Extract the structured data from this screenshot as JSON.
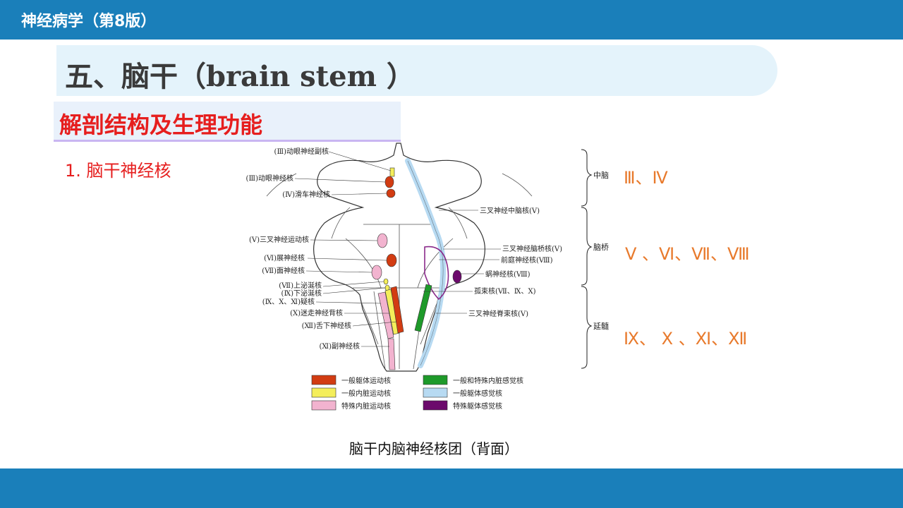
{
  "course_title": "神经病学（第8版）",
  "slide_title": "五、脑干（brain stem ）",
  "subtitle": "解剖结构及生理功能",
  "section": "1. 脑干神经核",
  "caption": "脑干内脑神经核团（背面）",
  "colors": {
    "header_bar": "#1a7fba",
    "subtitle_red": "#e61e1e",
    "roman_orange": "#e87a2c",
    "general_somatic_motor": "#d23c12",
    "general_visceral_motor": "#f4ee5a",
    "special_visceral_motor": "#f2b3cf",
    "visceral_sensory": "#1e9a2a",
    "general_somatic_sensory": "#b7daf2",
    "special_somatic_sensory": "#6c0a6c"
  },
  "diagram": {
    "left_labels": [
      "(Ⅲ)动眼神经副核",
      "(Ⅲ)动眼神经核",
      "(Ⅳ)滑车神经核",
      "(Ⅴ)三叉神经运动核",
      "(Ⅵ)展神经核",
      "(Ⅶ)面神经核",
      "(Ⅶ)上泌涎核",
      "(Ⅸ)下泌涎核",
      "(Ⅸ、Ⅹ、Ⅺ)疑核",
      "(Ⅹ)迷走神经背核",
      "(Ⅻ)舌下神经核",
      "(Ⅺ)副神经核"
    ],
    "right_labels": [
      "三叉神经中脑核(Ⅴ)",
      "三叉神经脑桥核(Ⅴ)",
      "前庭神经核(Ⅷ)",
      "蜗神经核(Ⅷ)",
      "孤束核(Ⅶ、Ⅸ、Ⅹ)",
      "三叉神经脊束核(Ⅴ)"
    ],
    "regions": [
      "中脑",
      "脑桥",
      "延髓"
    ],
    "legend": [
      {
        "label": "一般躯体运动核",
        "color": "#d23c12"
      },
      {
        "label": "一般和特殊内脏感觉核",
        "color": "#1e9a2a"
      },
      {
        "label": "一般内脏运动核",
        "color": "#f4ee5a"
      },
      {
        "label": "一般躯体感觉核",
        "color": "#b7daf2"
      },
      {
        "label": "特殊内脏运动核",
        "color": "#f2b3cf"
      },
      {
        "label": "特殊躯体感觉核",
        "color": "#6c0a6c"
      }
    ]
  },
  "nerve_groups": [
    {
      "region": "中脑",
      "nerves": "Ⅲ、Ⅳ"
    },
    {
      "region": "脑桥",
      "nerves": "Ⅴ 、Ⅵ、Ⅶ、Ⅷ"
    },
    {
      "region": "延髓",
      "nerves": "Ⅸ、 Ⅹ 、Ⅺ、Ⅻ"
    }
  ]
}
